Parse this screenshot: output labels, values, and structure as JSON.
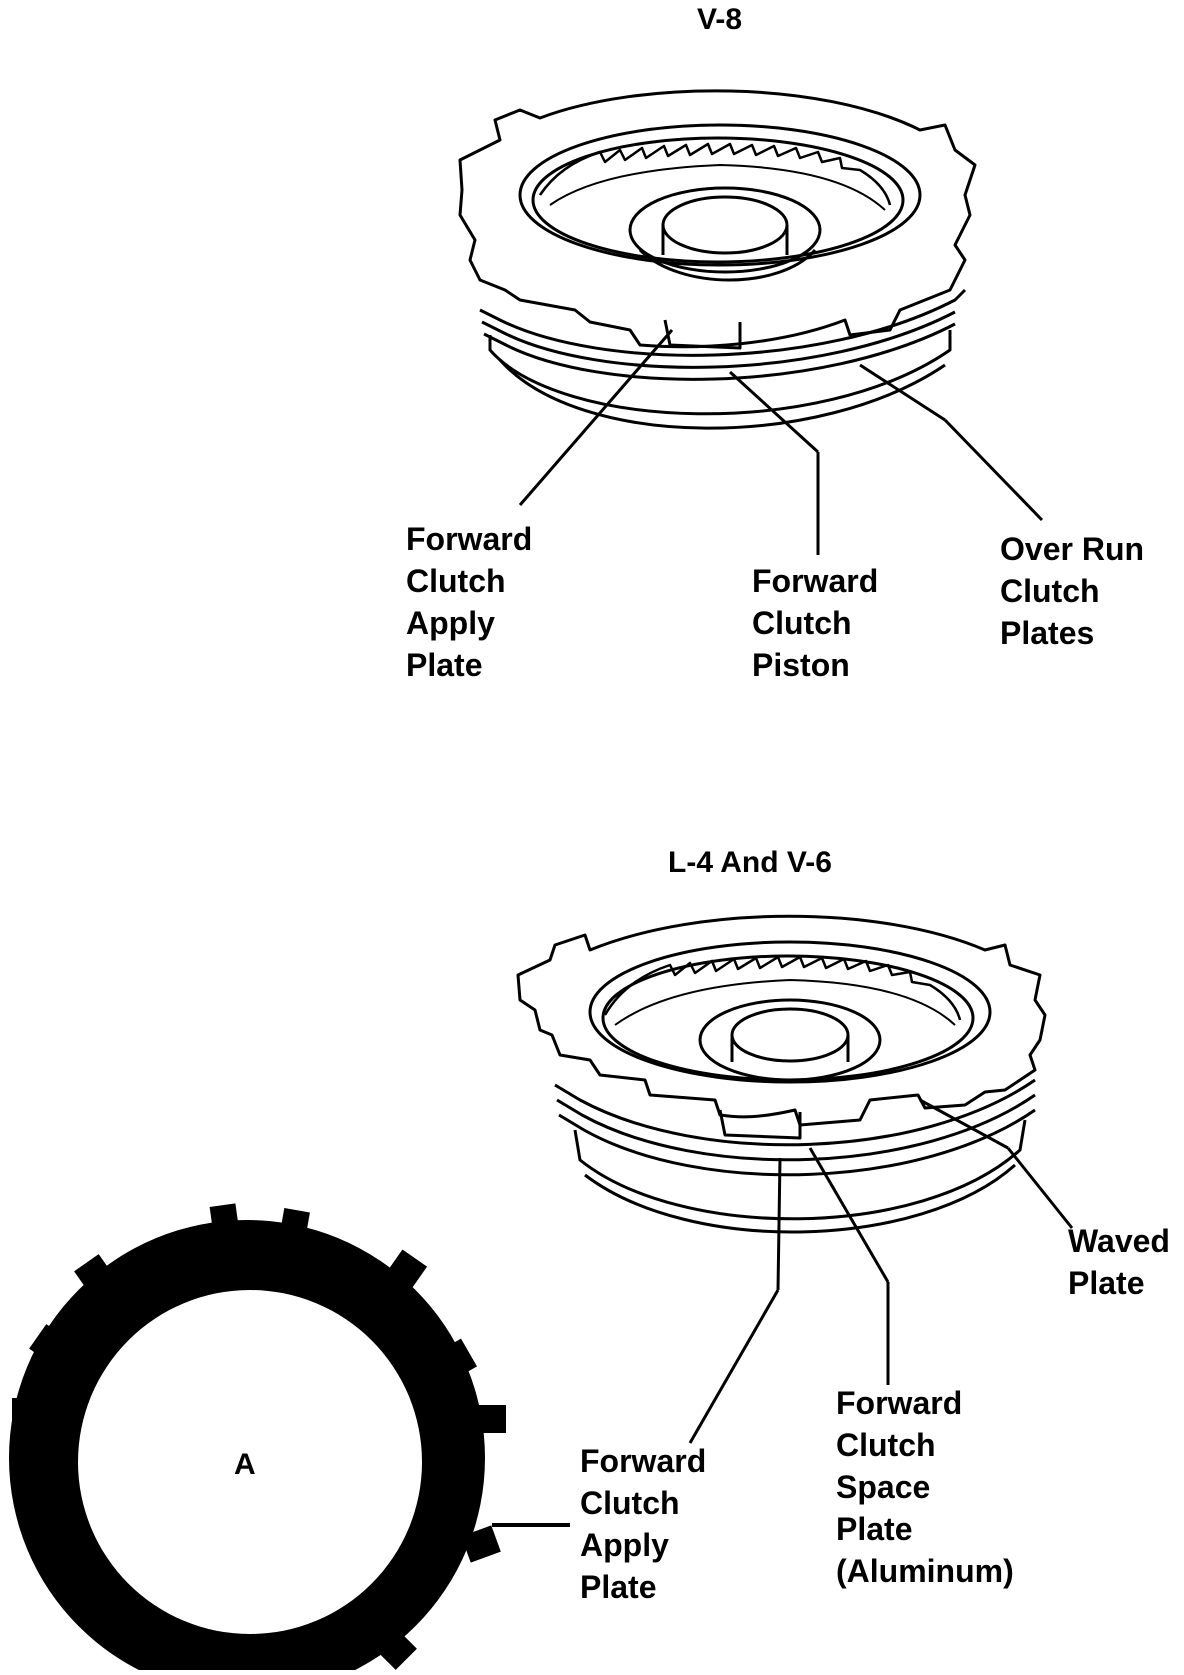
{
  "titles": {
    "v8": "V-8",
    "l4v6": "L-4 And V-6"
  },
  "v8_labels": {
    "forward_clutch_apply_plate": "Forward\nClutch\nApply\nPlate",
    "forward_clutch_piston": "Forward\nClutch\nPiston",
    "over_run_clutch_plates": "Over Run\nClutch\nPlates"
  },
  "l4v6_labels": {
    "waved_plate": "Waved\nPlate",
    "forward_clutch_space_plate": "Forward\nClutch\nSpace\nPlate\n(Aluminum)",
    "forward_clutch_apply_plate": "Forward\nClutch\nApply\nPlate"
  },
  "plate_a": {
    "letter": "A"
  },
  "colors": {
    "ink": "#000000",
    "paper": "#ffffff"
  }
}
